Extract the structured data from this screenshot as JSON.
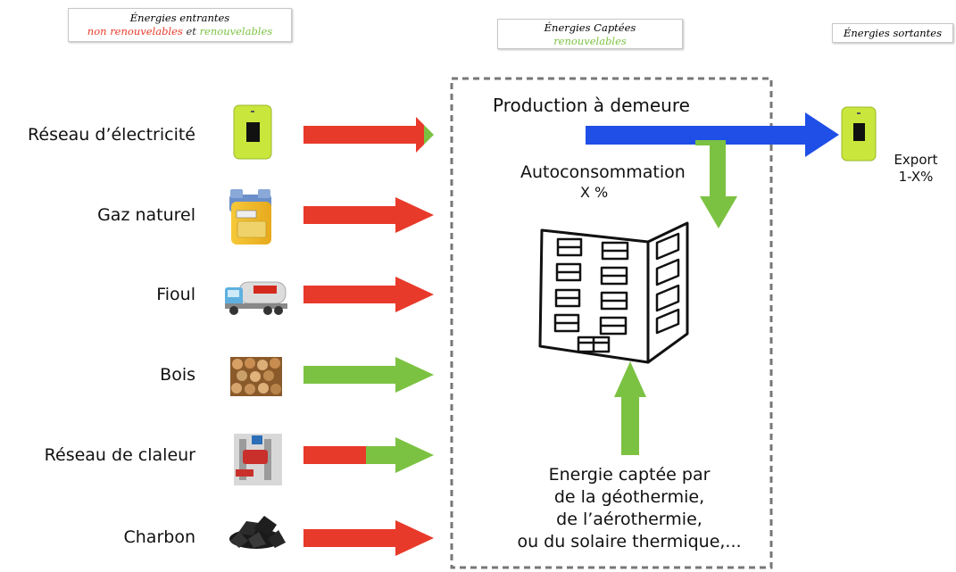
{
  "headers": {
    "entrantes_title": "Énergies entrantes",
    "entrantes_red": "non renouvelables",
    "entrantes_et": "et",
    "entrantes_green": "renouvelables",
    "captees_title": "Énergies Captées",
    "captees_sub": "renouvelables",
    "sortantes_title": "Énergies sortantes"
  },
  "sources": [
    {
      "label": "Réseau d’électricité",
      "icon": "electric-meter-icon"
    },
    {
      "label": "Gaz naturel",
      "icon": "gas-meter-icon"
    },
    {
      "label": "Fioul",
      "icon": "fuel-truck-icon"
    },
    {
      "label": "Bois",
      "icon": "firewood-icon"
    },
    {
      "label": "Réseau de claleur",
      "icon": "heating-network-icon"
    },
    {
      "label": "Charbon",
      "icon": "coal-icon"
    }
  ],
  "center": {
    "production": "Production à demeure",
    "autoconsommation": "Autoconsommation",
    "autoconsommation_pct": "X %",
    "captee_lines": [
      "Energie captée par",
      "de la géothermie,",
      "de l’aérothermie,",
      "ou du solaire thermique,..."
    ]
  },
  "export": {
    "label": "Export",
    "pct": "1-X%"
  },
  "colors": {
    "non_renewable": "#e83a2a",
    "renewable": "#7cc242",
    "production": "#1f4fe6",
    "meter": "#c8e63c"
  }
}
